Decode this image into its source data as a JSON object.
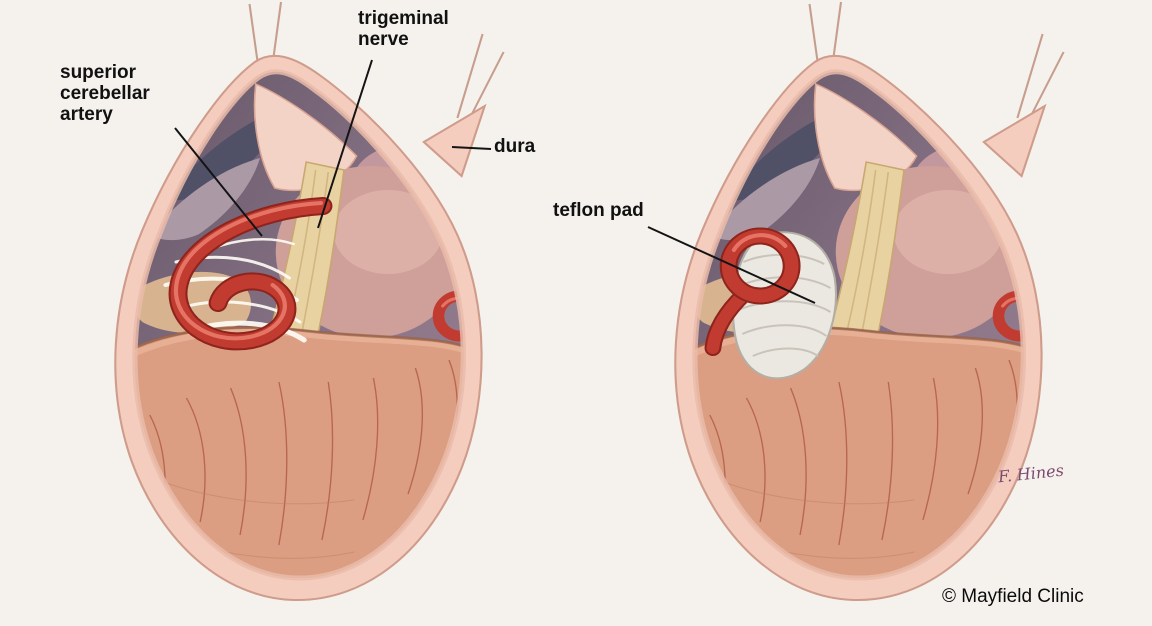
{
  "background": "#f5f2ee",
  "labels": {
    "superior_cerebellar_artery": {
      "line1": "superior",
      "line2": "cerebellar",
      "line3": "artery"
    },
    "trigeminal_nerve": {
      "line1": "trigeminal",
      "line2": "nerve"
    },
    "dura": "dura",
    "teflon_pad": "teflon pad"
  },
  "credit": "© Mayfield Clinic",
  "signature": "F. Hines",
  "colors": {
    "artery": "#c23b30",
    "nerve": "#e8d2a2",
    "teflon_pad": "#ebe8e2",
    "dura_rim": "#f4cdbf",
    "cerebellum": "#db9e82",
    "cavity": "#8a7487",
    "label_text": "#111111",
    "signature_ink": "#7d4a6e"
  }
}
